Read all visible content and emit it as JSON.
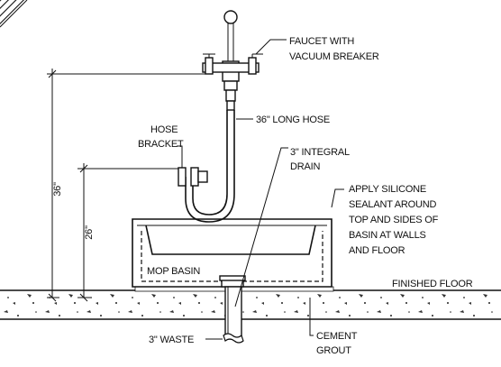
{
  "labels": {
    "faucet_line1": "FAUCET WITH",
    "faucet_line2": "VACUUM BREAKER",
    "hose": "36\" LONG HOSE",
    "hose_bracket_line1": "HOSE",
    "hose_bracket_line2": "BRACKET",
    "drain_line1": "3\" INTEGRAL",
    "drain_line2": "DRAIN",
    "sealant_line1": "APPLY SILICONE",
    "sealant_line2": "SEALANT AROUND",
    "sealant_line3": "TOP AND SIDES OF",
    "sealant_line4": "BASIN AT WALLS",
    "sealant_line5": "AND FLOOR",
    "mop_basin": "MOP BASIN",
    "finished_floor": "FINISHED FLOOR",
    "waste": "3\" WASTE",
    "grout_line1": "CEMENT",
    "grout_line2": "GROUT"
  },
  "dimensions": {
    "total_height": "36\"",
    "basin_to_bracket": "26\""
  }
}
